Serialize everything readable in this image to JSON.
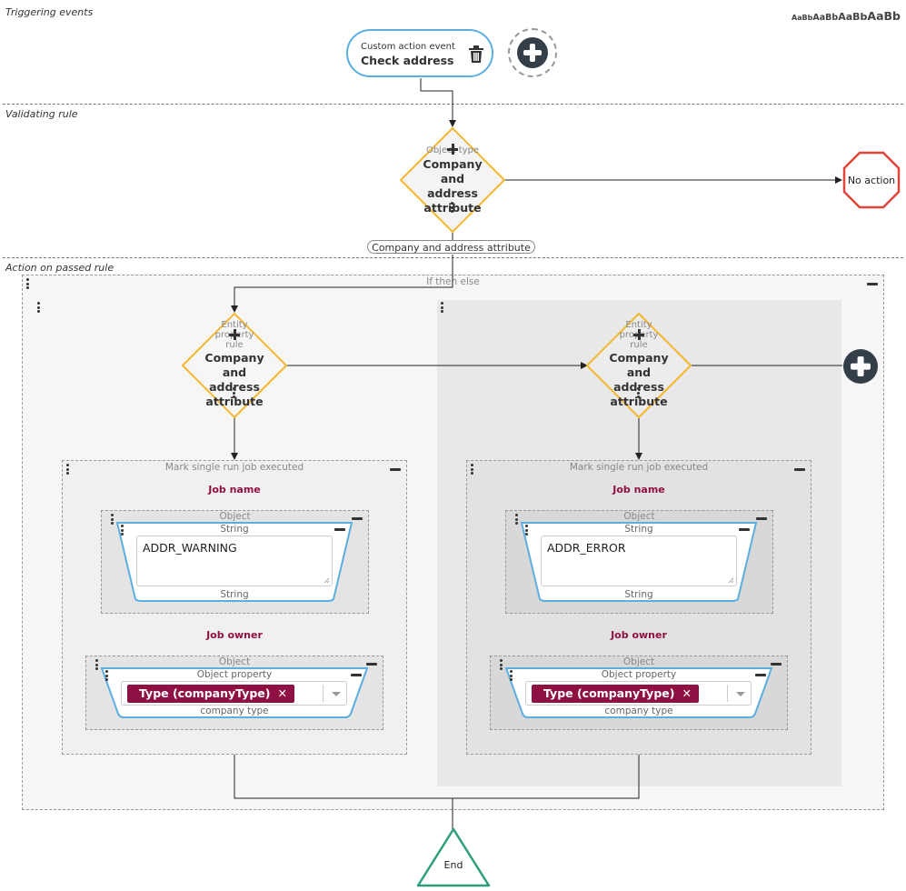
{
  "sections": {
    "triggering": "Triggering events",
    "validating": "Validating rule",
    "action": "Action on passed rule"
  },
  "zoom_samples": [
    "AaBb",
    "AaBb",
    "AaBb",
    "AaBb"
  ],
  "event": {
    "sub_label": "Custom action event",
    "title": "Check address",
    "delete_icon": "trash-icon",
    "add_icon": "plus-circle-icon"
  },
  "validating_rule": {
    "faint_label": "Object type",
    "title": "Company and address attribute",
    "edge_label": "Company and address attribute"
  },
  "no_action": "No action",
  "if_then_else": {
    "title": "If then else",
    "left_rule": {
      "faint_label": "Entity property rule",
      "title": "Company and address attribute"
    },
    "right_rule": {
      "faint_label": "Entity property rule",
      "title": "Company and address attribute"
    }
  },
  "left_action": {
    "title": "Mark single run job executed",
    "job_name_label": "Job name",
    "object_label": "Object",
    "string_label": "String",
    "value": "ADDR_WARNING",
    "string_footer": "String",
    "job_owner_label": "Job owner",
    "owner_object_label": "Object",
    "owner_property_label": "Object property",
    "tag": "Type (companyType)",
    "owner_footer": "company type"
  },
  "right_action": {
    "title": "Mark single run job executed",
    "job_name_label": "Job name",
    "object_label": "Object",
    "string_label": "String",
    "value": "ADDR_ERROR",
    "string_footer": "String",
    "job_owner_label": "Job owner",
    "owner_object_label": "Object",
    "owner_property_label": "Object property",
    "tag": "Type (companyType)",
    "owner_footer": "company type"
  },
  "end_label": "End",
  "colors": {
    "event_border": "#5aaee0",
    "rule_border": "#f5b731",
    "no_action_border": "#e0443a",
    "end_border": "#2e9e7e",
    "tag_bg": "#8f1042",
    "accent_label": "#8f1042",
    "plus_bg": "#333e48"
  }
}
